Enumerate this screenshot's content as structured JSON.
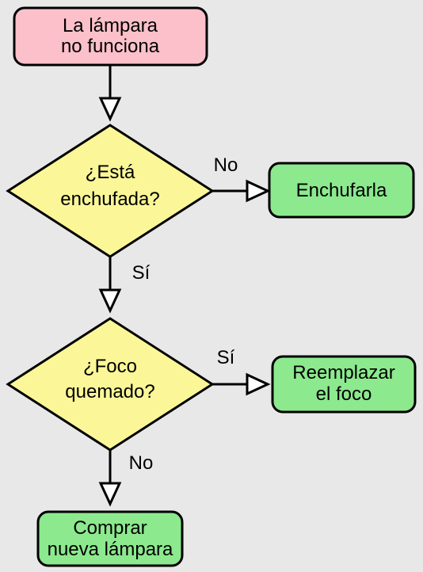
{
  "diagram": {
    "colors": {
      "start": "#fbc0c9",
      "decision": "#fbf798",
      "action": "#8ce98e",
      "background": "#e8e8e8"
    },
    "nodes": {
      "start": {
        "line1": "La lámpara",
        "line2": "no funciona"
      },
      "decision1": {
        "line1": "¿Está",
        "line2": "enchufada?"
      },
      "action_plug": {
        "line1": "Enchufarla"
      },
      "decision2": {
        "line1": "¿Foco",
        "line2": "quemado?"
      },
      "action_replace": {
        "line1": "Reemplazar",
        "line2": "el foco"
      },
      "action_buy": {
        "line1": "Comprar",
        "line2": "nueva lámpara"
      }
    },
    "edges": {
      "d1_no": "No",
      "d1_yes": "Sí",
      "d2_yes": "Sí",
      "d2_no": "No"
    }
  }
}
